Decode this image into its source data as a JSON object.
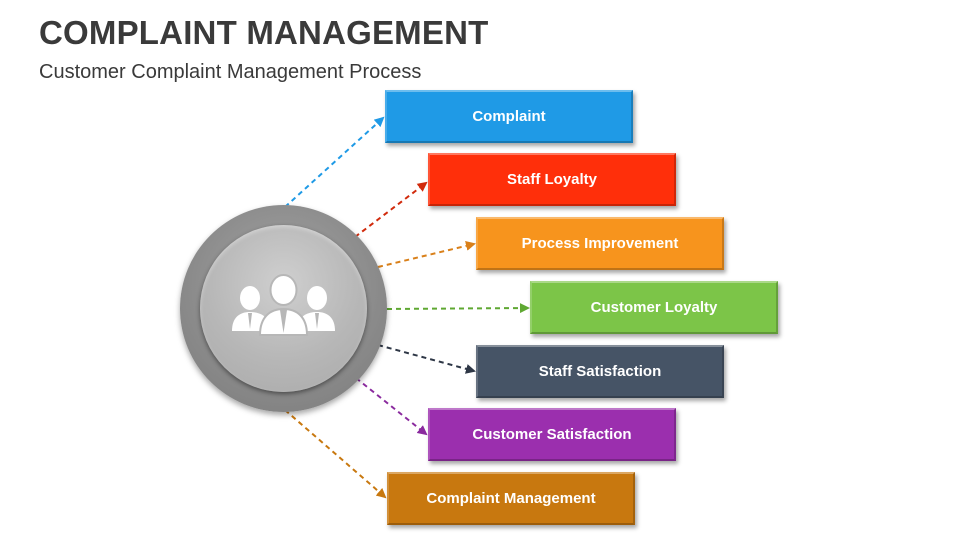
{
  "title": "COMPLAINT MANAGEMENT",
  "subtitle": "Customer Complaint Management Process",
  "hub": {
    "icon": "people-group-icon"
  },
  "items": [
    {
      "label": "Complaint",
      "color": "#1f9ae6"
    },
    {
      "label": "Staff Loyalty",
      "color": "#ff2f0a"
    },
    {
      "label": "Process Improvement",
      "color": "#f7941d"
    },
    {
      "label": "Customer Loyalty",
      "color": "#7cc548"
    },
    {
      "label": "Staff Satisfaction",
      "color": "#465466"
    },
    {
      "label": "Customer Satisfaction",
      "color": "#9b2fae"
    },
    {
      "label": "Complaint Management",
      "color": "#c8780f"
    }
  ]
}
